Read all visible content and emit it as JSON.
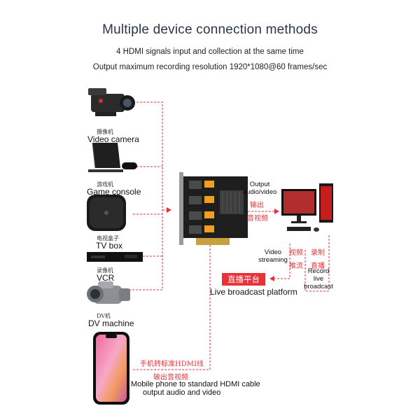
{
  "header": {
    "title": "Multiple device connection methods",
    "subtitle1": "4 HDMI signals input and collection at the same time",
    "subtitle2": "Output maximum recording resolution 1920*1080@60 frames/sec"
  },
  "devices": [
    {
      "cn": "摄像机",
      "en": "Video camera"
    },
    {
      "cn": "游戏机",
      "en": "Game console"
    },
    {
      "cn": "电视盒子",
      "en": "TV box"
    },
    {
      "cn": "录像机",
      "en": "VCR"
    },
    {
      "cn": "DV机",
      "en": "DV machine"
    }
  ],
  "output": {
    "en": "Output audio/video",
    "cn1": "输出",
    "cn2": "音视频"
  },
  "streaming": {
    "en": "Video streaming",
    "cn1": "视频",
    "cn2": "推流"
  },
  "record": {
    "cn1": "录制",
    "cn2": "直播",
    "en": "Record live broadcast"
  },
  "live": {
    "cn": "直播平台",
    "en": "Live broadcast platform"
  },
  "phone": {
    "cn1": "手机转标准HDMI线",
    "cn2": "输出音视频",
    "en1": "Mobile phone to standard HDMI cable",
    "en2": "output audio and video"
  },
  "colors": {
    "accent": "#e8323a",
    "title": "#2b3547"
  }
}
